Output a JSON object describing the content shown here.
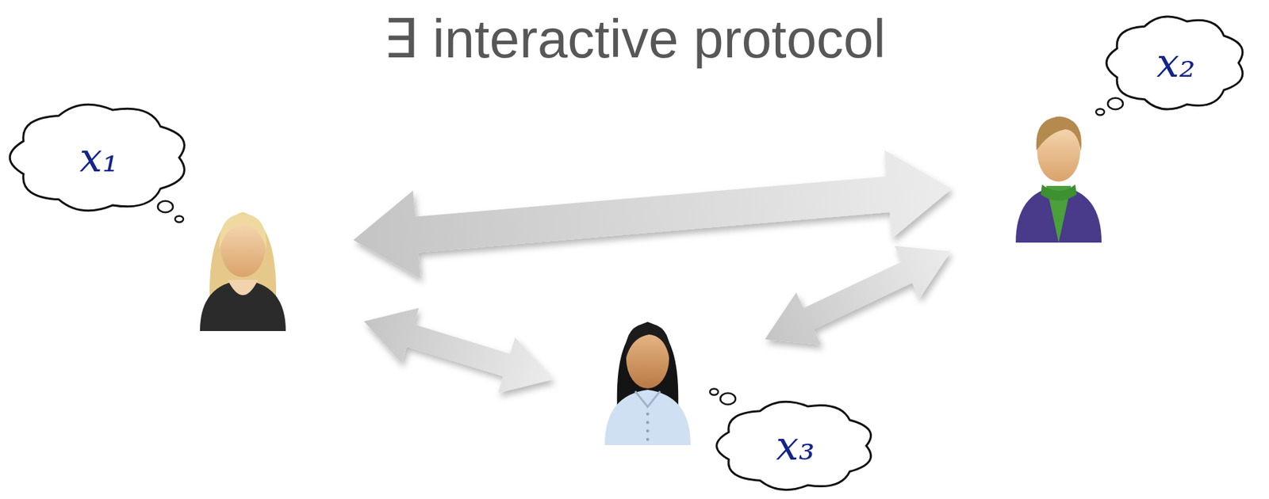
{
  "diagram": {
    "title": "∃ interactive protocol",
    "nodes": [
      {
        "text": [
          "x₁"
        ]
      },
      {
        "text": [
          "x₂"
        ]
      },
      {
        "text": [
          "x₃"
        ]
      }
    ],
    "edges": [
      {
        "from": 0,
        "to": 1,
        "arrow": "both"
      },
      {
        "from": 0,
        "to": 2,
        "arrow": "both"
      },
      {
        "from": 2,
        "to": 1,
        "arrow": "both"
      }
    ]
  }
}
